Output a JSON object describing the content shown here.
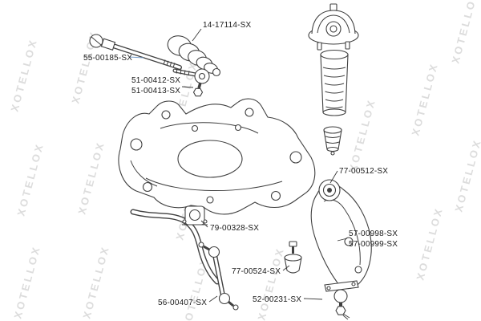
{
  "watermark": {
    "text": "XOTELLOX",
    "color": "#dcdcdc"
  },
  "labels": {
    "inner_tie_rod": {
      "text": "55-00185-SX",
      "color": "#7aa0cc",
      "highlighted": true
    },
    "steering_rack_boot": {
      "text": "14-17114-SX"
    },
    "tie_rod_end_1": {
      "text": "51-00412-SX"
    },
    "tie_rod_end_2": {
      "text": "51-00413-SX"
    },
    "control_arm_bushing": {
      "text": "77-00512-SX"
    },
    "stabilizer_bushing": {
      "text": "79-00328-SX"
    },
    "control_arm_1": {
      "text": "57-00998-SX"
    },
    "control_arm_2": {
      "text": "57-00999-SX"
    },
    "rear_bushing": {
      "text": "77-00524-SX"
    },
    "stabilizer_link": {
      "text": "56-00407-SX"
    },
    "ball_joint": {
      "text": "52-00231-SX"
    }
  }
}
